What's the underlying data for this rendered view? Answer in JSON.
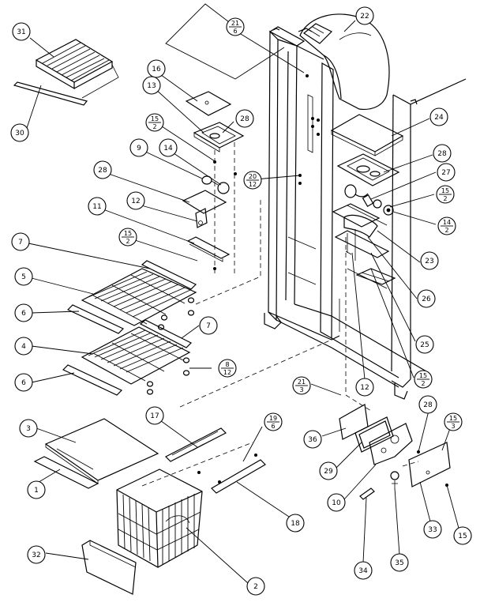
{
  "callouts": {
    "c31": "31",
    "c30": "30",
    "c16": "16",
    "c13": "13",
    "c15a": [
      "15",
      "2"
    ],
    "c28a": "28",
    "c9": "9",
    "c14a": "14",
    "c28b": "28",
    "c12a": "12",
    "c11": "11",
    "c15b": [
      "15",
      "2"
    ],
    "c7a": "7",
    "c5": "5",
    "c6a": "6",
    "c7b": "7",
    "c4": "4",
    "c8": [
      "8",
      "12"
    ],
    "c6b": "6",
    "c21a": [
      "21",
      "6"
    ],
    "c22": "22",
    "c24": "24",
    "c20": [
      "20",
      "12"
    ],
    "c28c": "28",
    "c27": "27",
    "c15c": [
      "15",
      "2"
    ],
    "c14b": [
      "14",
      "2"
    ],
    "c23": "23",
    "c26": "26",
    "c25": "25",
    "c15d": [
      "15",
      "2"
    ],
    "c12b": "12",
    "c21b": [
      "21",
      "3"
    ],
    "c28d": "28",
    "c15e": [
      "15",
      "3"
    ],
    "c36": "36",
    "c29": "29",
    "c10": "10",
    "c33": "33",
    "c15f": "15",
    "c34": "34",
    "c35": "35",
    "c3": "3",
    "c1": "1",
    "c17": "17",
    "c19": [
      "19",
      "6"
    ],
    "c18": "18",
    "c32": "32",
    "c2": "2"
  }
}
